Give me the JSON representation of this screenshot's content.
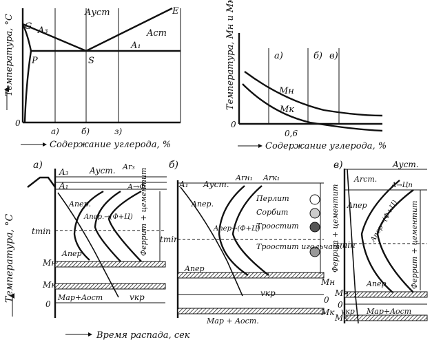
{
  "top_left": {
    "y_axis_label": "Температура, °С",
    "x_axis_label": "Содержание углерода, %",
    "origin": "0",
    "points": [
      "G",
      "P",
      "S",
      "E"
    ],
    "lines": [
      "A₃",
      "Aуст",
      "Aст",
      "A₁"
    ],
    "markers": [
      "a)",
      "б)",
      "з)"
    ]
  },
  "top_right": {
    "y_axis_label": "Температура, Mн и Mк",
    "x_axis_label": "Содержание углерода, %",
    "origin": "0",
    "tick": "0,6",
    "curves": [
      "Mн",
      "Mк"
    ],
    "markers": [
      "a)",
      "б)",
      "в)"
    ]
  },
  "bottom_a": {
    "panel": "a)",
    "y_axis_label": "Температура, °С",
    "x_axis_label": "Время распада, сек",
    "levels": [
      "A₃",
      "A₁",
      "Mн",
      "Mк",
      "0"
    ],
    "labels": [
      "Aуст.",
      "Ar₃",
      "A→Ф",
      "Aпер.",
      "Aпер.→(Ф+Ц)",
      "tmin",
      "Aпер",
      "Мар+Aост",
      "vкр"
    ],
    "region": "Феррит + цементит"
  },
  "bottom_b": {
    "panel": "б)",
    "levels": [
      "A₁",
      "Mн",
      "Mк",
      "0"
    ],
    "labels": [
      "Aуст.",
      "Arн₁",
      "Arк₁",
      "Aпер.",
      "Aпер→(Ф+Ц)",
      "tmin",
      "Aпер",
      "vкр",
      "Мар + Aост."
    ],
    "region": "Феррит + цементит",
    "structures": [
      "Перлит",
      "Сорбит",
      "Троостит",
      "Троостит игольчат."
    ]
  },
  "bottom_c": {
    "panel": "в)",
    "levels": [
      "Mн",
      "0",
      "Mк"
    ],
    "labels": [
      "Aуст.",
      "Arст.",
      "A→Цп",
      "Aпер",
      "Aпер→(Ф+Ц)",
      "tmin",
      "Aпер",
      "vкр",
      "Мар+Aост"
    ],
    "region": "Феррит + цементит"
  }
}
